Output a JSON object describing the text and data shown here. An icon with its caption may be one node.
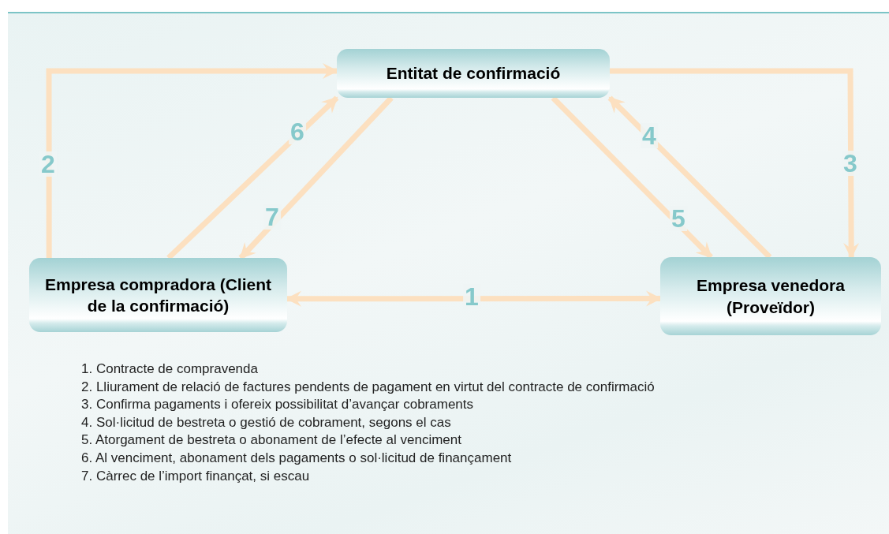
{
  "diagram": {
    "nodes": [
      {
        "text": [
          "Entitat de confirmació"
        ]
      },
      {
        "text": [
          "Empresa compradora (Client de la confirmació)"
        ]
      },
      {
        "text": [
          "Empresa venedora (Proveïdor)"
        ]
      }
    ],
    "edges": [
      {
        "from": 1,
        "to": 2,
        "arrow": "both",
        "label": "1"
      },
      {
        "from": 1,
        "to": 0,
        "arrow": "to",
        "label": "2"
      },
      {
        "from": 0,
        "to": 2,
        "arrow": "to",
        "label": "3"
      },
      {
        "from": 2,
        "to": 0,
        "arrow": "to",
        "label": "4"
      },
      {
        "from": 0,
        "to": 2,
        "arrow": "to",
        "label": "5"
      },
      {
        "from": 1,
        "to": 0,
        "arrow": "to",
        "label": "6"
      },
      {
        "from": 0,
        "to": 1,
        "arrow": "to",
        "label": "7"
      }
    ],
    "labels": [
      "1. Contracte de compravenda",
      "2. Lliurament de relació de factures pendents de pagament en virtut del contracte de confirmació",
      "3. Confirma pagaments i ofereix possibilitat d’avançar cobraments",
      "4. Sol·licitud de bestreta o gestió de cobrament, segons el cas",
      "5. Atorgament de bestreta o abonament de l’efecte al venciment",
      "6. Al venciment, abonament dels pagaments o sol·licitud de finançament",
      "7. Càrrec de l’import finançat, si escau"
    ]
  }
}
